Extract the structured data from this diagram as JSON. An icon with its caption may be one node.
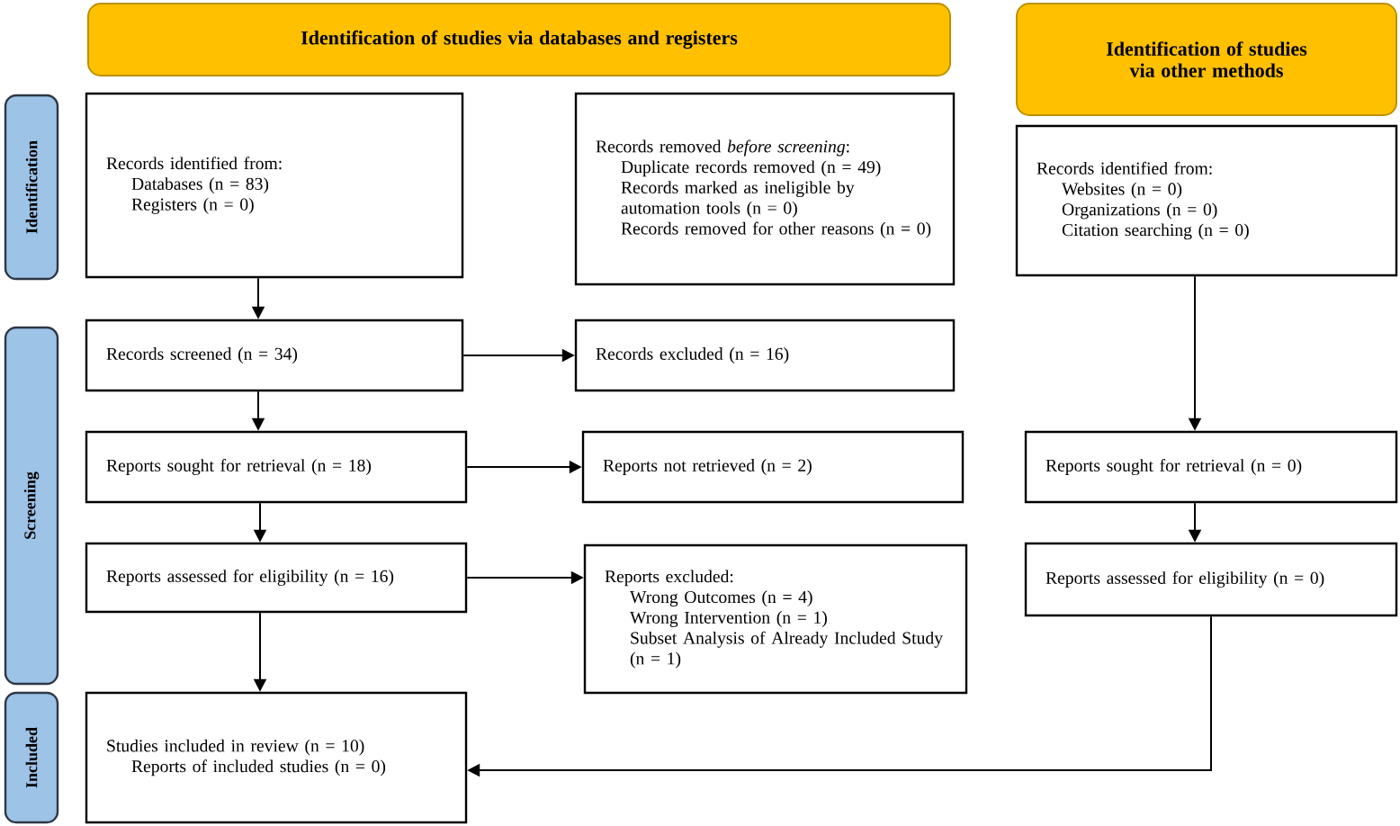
{
  "diagram": {
    "nodes": [
      {
        "text": [
          "Identification of studies via databases and registers"
        ]
      },
      {
        "text": [
          "Identification of studies via other methods"
        ]
      },
      {
        "text": [
          "Identification"
        ]
      },
      {
        "text": [
          "Screening"
        ]
      },
      {
        "text": [
          "Included"
        ]
      },
      {
        "text": [
          "Records identified from:",
          "Databases (n = 83)",
          "Registers (n = 0)"
        ]
      },
      {
        "text": [
          "Records removed *before screening*:",
          "Duplicate records removed (n = 49)",
          "Records marked as ineligible by automation tools (n = 0)",
          "Records removed for other reasons (n = 0)"
        ]
      },
      {
        "text": [
          "Records identified from:",
          "Websites (n = 0)",
          "Organizations (n = 0)",
          "Citation searching (n = 0)"
        ]
      },
      {
        "text": [
          "Records screened (n = 34)"
        ]
      },
      {
        "text": [
          "Records excluded (n = 16)"
        ]
      },
      {
        "text": [
          "Reports sought for retrieval (n = 18)"
        ]
      },
      {
        "text": [
          "Reports not retrieved (n = 2)"
        ]
      },
      {
        "text": [
          "Reports sought for retrieval (n = 0)"
        ]
      },
      {
        "text": [
          "Reports assessed for eligibility (n = 16)"
        ]
      },
      {
        "text": [
          "Reports excluded:",
          "Wrong Outcomes (n = 4)",
          "Wrong Intervention (n = 1)",
          "Subset Analysis of Already Included Study (n = 1)"
        ]
      },
      {
        "text": [
          "Reports assessed for eligibility (n = 0)"
        ]
      },
      {
        "text": [
          "Studies included in review (n = 10)",
          "Reports of included studies (n = 0)"
        ]
      }
    ],
    "edges": [
      {
        "from": 5,
        "to": 8,
        "arrow": "to"
      },
      {
        "from": 8,
        "to": 9,
        "arrow": "to"
      },
      {
        "from": 8,
        "to": 10,
        "arrow": "to"
      },
      {
        "from": 10,
        "to": 11,
        "arrow": "to"
      },
      {
        "from": 10,
        "to": 13,
        "arrow": "to"
      },
      {
        "from": 13,
        "to": 14,
        "arrow": "to"
      },
      {
        "from": 13,
        "to": 16,
        "arrow": "to"
      },
      {
        "from": 7,
        "to": 12,
        "arrow": "to"
      },
      {
        "from": 12,
        "to": 15,
        "arrow": "to"
      },
      {
        "from": 15,
        "to": 16,
        "arrow": "to"
      }
    ]
  }
}
